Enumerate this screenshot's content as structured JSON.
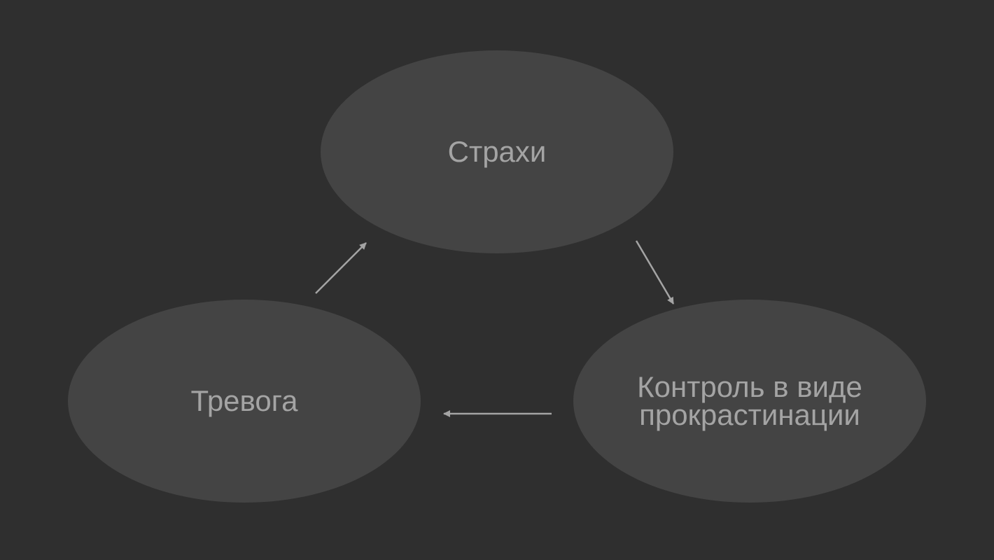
{
  "diagram": {
    "colors": {
      "background": "#2f2f2f",
      "node_fill": "#444444",
      "text": "#a4a4a4",
      "arrow": "#a4a4a4"
    },
    "nodes": {
      "fears": {
        "label": "Страхи"
      },
      "control": {
        "label": "Контроль в виде\nпрокрастинации"
      },
      "anxiety": {
        "label": "Тревога"
      }
    },
    "edges": [
      {
        "from": "fears",
        "to": "control"
      },
      {
        "from": "control",
        "to": "anxiety"
      },
      {
        "from": "anxiety",
        "to": "fears"
      }
    ]
  }
}
